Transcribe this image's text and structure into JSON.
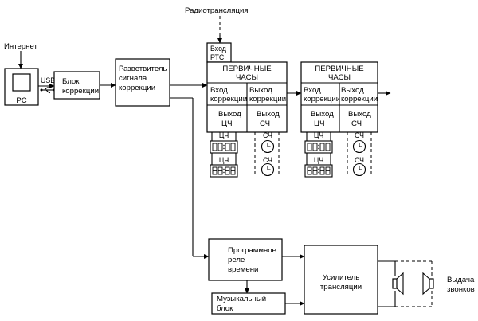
{
  "labels": {
    "internet": "Интернет",
    "radio": "Радиотрансляция",
    "usb": "USB",
    "pc": "PC",
    "correction_block": [
      "Блок",
      "коррекции"
    ],
    "splitter": [
      "Разветвитель",
      "сигнала",
      "коррекции"
    ],
    "input_rtc": [
      "Вход",
      "РТС"
    ],
    "primary_clock": [
      "ПЕРВИЧНЫЕ",
      "ЧАСЫ"
    ],
    "input_correction": [
      "Вход",
      "коррекции"
    ],
    "output_correction": [
      "Выход",
      "коррекции"
    ],
    "output_cc": [
      "Выход",
      "ЦЧ"
    ],
    "output_sc": [
      "Выход",
      "СЧ"
    ],
    "cc": "ЦЧ",
    "sc": "СЧ",
    "program_relay": [
      "Программное",
      "реле",
      "времени"
    ],
    "music_block": [
      "Музыкальный",
      "блок"
    ],
    "amplifier": [
      "Усилитель",
      "трансляции"
    ],
    "bell_output": [
      "Выдача",
      "звонков"
    ]
  },
  "colors": {
    "stroke": "#000000",
    "background": "#ffffff"
  }
}
